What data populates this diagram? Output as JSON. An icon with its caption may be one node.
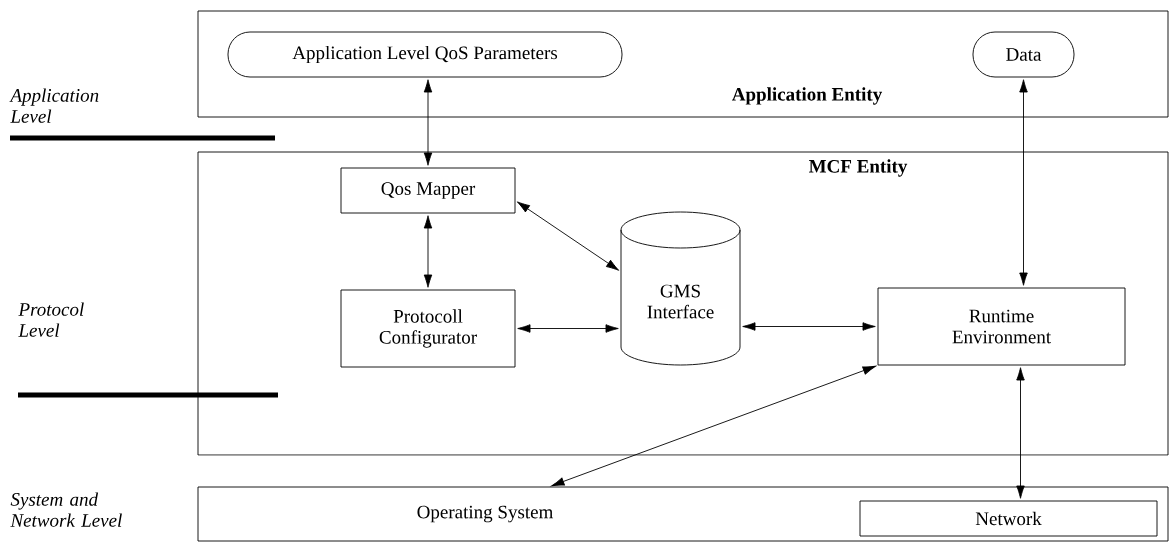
{
  "diagram": {
    "nodes": [
      {
        "text": [
          "Application Entity"
        ]
      },
      {
        "text": [
          "Application Level QoS Parameters"
        ],
        "in": 0
      },
      {
        "text": [
          "Data"
        ],
        "in": 0
      },
      {
        "text": [
          "MCF Entity"
        ]
      },
      {
        "text": [
          "Qos Mapper"
        ],
        "in": 3
      },
      {
        "text": [
          "Protocoll Configurator"
        ],
        "in": 3
      },
      {
        "text": [
          "GMS Interface"
        ],
        "in": 3
      },
      {
        "text": [
          "Runtime Environment"
        ],
        "in": 3
      },
      {
        "text": [
          "Operating System"
        ]
      },
      {
        "text": [
          "Network"
        ],
        "in": 8
      }
    ],
    "edges": [
      {
        "from": 1,
        "to": 4,
        "arrow": "both"
      },
      {
        "from": 4,
        "to": 6,
        "arrow": "both"
      },
      {
        "from": 4,
        "to": 5,
        "arrow": "both"
      },
      {
        "from": 5,
        "to": 6,
        "arrow": "both"
      },
      {
        "from": 6,
        "to": 7,
        "arrow": "both"
      },
      {
        "from": 2,
        "to": 7,
        "arrow": "both"
      },
      {
        "from": 8,
        "to": 7,
        "arrow": "both"
      },
      {
        "from": 7,
        "to": 9,
        "arrow": "both"
      }
    ],
    "labels": [
      "Application Level",
      "Protocol Level",
      "System and Network Level"
    ]
  }
}
